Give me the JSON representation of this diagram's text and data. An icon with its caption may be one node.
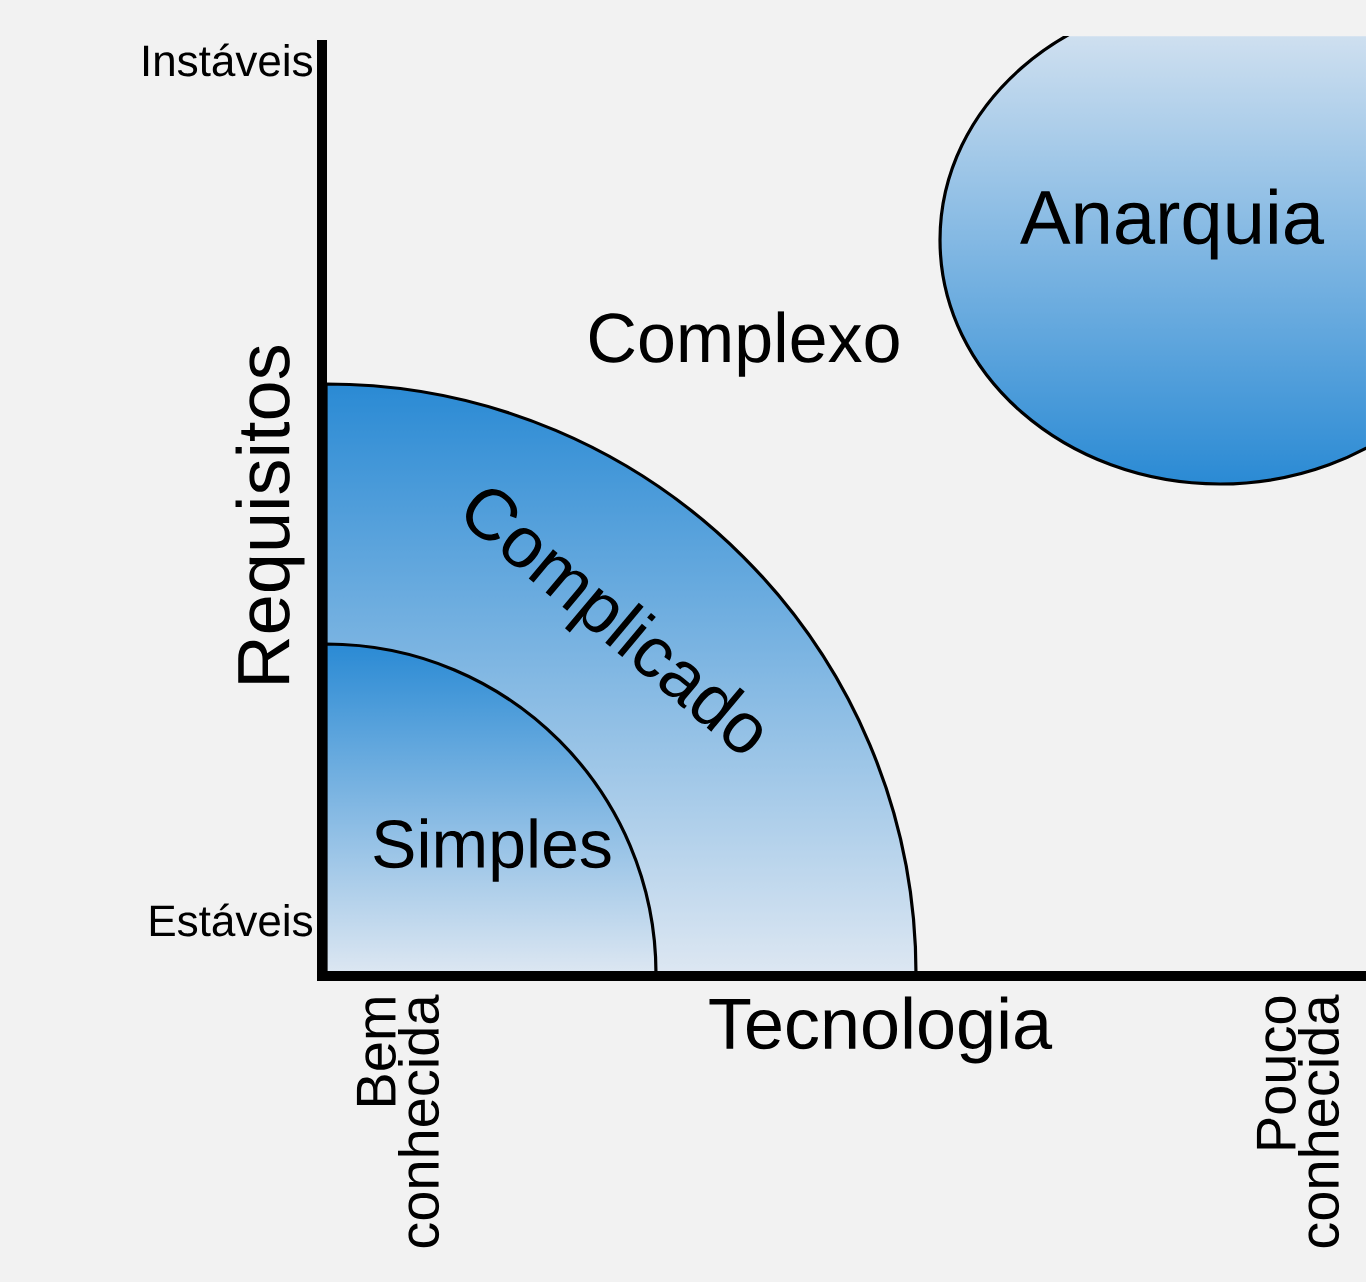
{
  "diagram": {
    "nodes": [
      {
        "text": [
          "Complicado"
        ]
      },
      {
        "text": [
          "Simples"
        ],
        "in": 0
      },
      {
        "text": [
          "Anarquia"
        ]
      }
    ],
    "labels": [
      "Instáveis",
      "Requisitos",
      "Complexo",
      "Estáveis",
      "Bem conhecida",
      "Tecnologia",
      "Pouco conhecida"
    ]
  }
}
